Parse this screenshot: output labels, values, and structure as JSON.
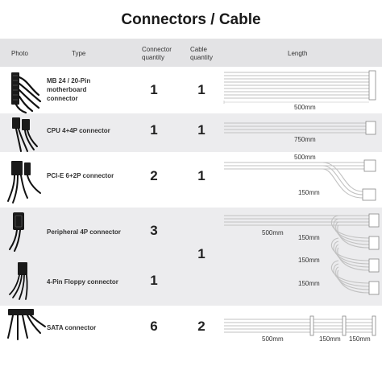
{
  "title": "Connectors / Cable",
  "headers": {
    "photo": "Photo",
    "type": "Type",
    "connector_quantity": [
      "Connector",
      "quantity"
    ],
    "cable_quantity": [
      "Cable",
      "quantity"
    ],
    "length": "Length"
  },
  "rows": [
    {
      "type": [
        "MB 24 / 20-Pin",
        "motherboard",
        "connector"
      ],
      "connector_qty": "1",
      "cable_qty": "1",
      "lengths": [
        "500mm"
      ]
    },
    {
      "type": [
        "CPU 4+4P connector"
      ],
      "connector_qty": "1",
      "cable_qty": "1",
      "lengths": [
        "750mm"
      ]
    },
    {
      "type": [
        "PCI-E 6+2P connector"
      ],
      "connector_qty": "2",
      "cable_qty": "1",
      "lengths": [
        "500mm",
        "150mm"
      ]
    },
    {
      "type": [
        "Peripheral 4P connector"
      ],
      "connector_qty": "3",
      "cable_qty": "1",
      "lengths": [
        "500mm",
        "150mm",
        "150mm",
        "150mm"
      ]
    },
    {
      "type": [
        "4-Pin Floppy connector"
      ],
      "connector_qty": "1",
      "cable_qty": "",
      "lengths": []
    },
    {
      "type": [
        "SATA connector"
      ],
      "connector_qty": "6",
      "cable_qty": "2",
      "lengths": [
        "500mm",
        "150mm",
        "150mm"
      ]
    }
  ],
  "colors": {
    "header_bg": "#e3e3e5",
    "band_bg": "#ececee",
    "cable": "#c2c2c2"
  }
}
